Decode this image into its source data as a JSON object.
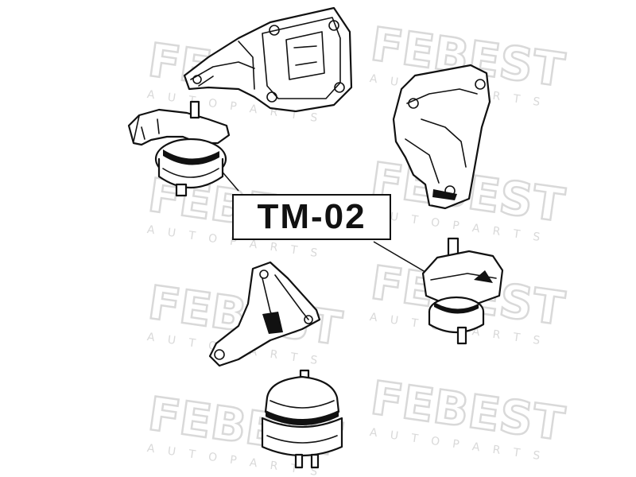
{
  "part_number": "TM-02",
  "watermark": {
    "brand": "FEBEST",
    "tagline": "A U T O   P A R T S",
    "color": "#d9d9d9"
  },
  "parts": [
    {
      "name": "upper-bracket",
      "kind": "bracket"
    },
    {
      "name": "left-engine-mount",
      "kind": "mount"
    },
    {
      "name": "right-bracket",
      "kind": "bracket"
    },
    {
      "name": "right-engine-mount",
      "kind": "mount"
    },
    {
      "name": "lower-triangular-bracket",
      "kind": "bracket"
    },
    {
      "name": "bottom-hydraulic-mount",
      "kind": "mount"
    }
  ],
  "colors": {
    "line": "#111111",
    "background": "#ffffff"
  }
}
